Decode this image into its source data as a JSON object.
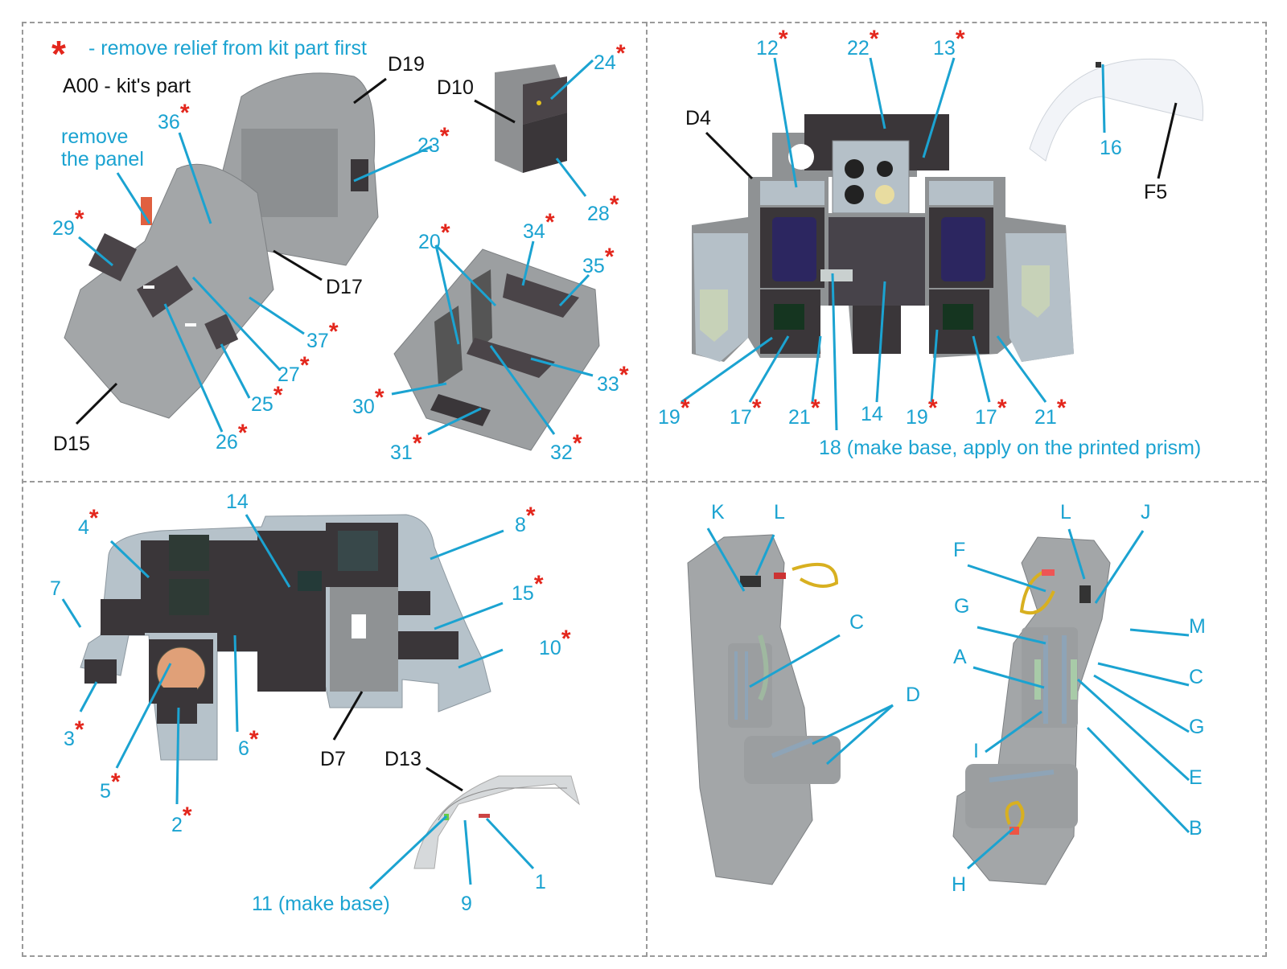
{
  "legend": {
    "star_meaning": "- remove relief from kit part first",
    "kit_part_note": "A00 - kit's part"
  },
  "colors": {
    "label_blue": "#1ba3d1",
    "star_red": "#e3261c",
    "kit_black": "#111111",
    "resin_grey": "#9fa2a4",
    "panel_light": "#b8c4cc",
    "panel_dark": "#3a3639"
  },
  "quadrants": {
    "tub": {
      "note_remove_panel": [
        "remove",
        "the panel"
      ],
      "kit_labels": [
        "D19",
        "D17",
        "D15",
        "D10"
      ],
      "part_labels": [
        {
          "num": "36",
          "star": true
        },
        {
          "num": "23",
          "star": true
        },
        {
          "num": "29",
          "star": true
        },
        {
          "num": "37",
          "star": true
        },
        {
          "num": "27",
          "star": true
        },
        {
          "num": "25",
          "star": true
        },
        {
          "num": "26",
          "star": true
        },
        {
          "num": "24",
          "star": true
        },
        {
          "num": "28",
          "star": true
        },
        {
          "num": "20",
          "star": true
        },
        {
          "num": "34",
          "star": true
        },
        {
          "num": "35",
          "star": true
        },
        {
          "num": "33",
          "star": true
        },
        {
          "num": "30",
          "star": true
        },
        {
          "num": "31",
          "star": true
        },
        {
          "num": "32",
          "star": true
        }
      ]
    },
    "rear_panel": {
      "kit_labels": [
        "D4",
        "F5"
      ],
      "part_labels": [
        {
          "num": "12",
          "star": true
        },
        {
          "num": "22",
          "star": true
        },
        {
          "num": "13",
          "star": true
        },
        {
          "num": "16",
          "star": false
        },
        {
          "num": "19",
          "star": true
        },
        {
          "num": "17",
          "star": true
        },
        {
          "num": "21",
          "star": true
        },
        {
          "num": "14",
          "star": false
        },
        {
          "num": "19",
          "star": true
        },
        {
          "num": "17",
          "star": true
        },
        {
          "num": "21",
          "star": true
        }
      ],
      "note_18": "18 (make base, apply on the printed prism)"
    },
    "front_panel": {
      "kit_labels": [
        "D7",
        "D13"
      ],
      "part_labels": [
        {
          "num": "14",
          "star": false
        },
        {
          "num": "4",
          "star": true
        },
        {
          "num": "8",
          "star": true
        },
        {
          "num": "7",
          "star": false
        },
        {
          "num": "15",
          "star": true
        },
        {
          "num": "10",
          "star": true
        },
        {
          "num": "3",
          "star": true
        },
        {
          "num": "6",
          "star": true
        },
        {
          "num": "5",
          "star": true
        },
        {
          "num": "2",
          "star": true
        },
        {
          "num": "1",
          "star": false
        },
        {
          "num": "9",
          "star": false
        }
      ],
      "note_11": "11 (make base)"
    },
    "seats": {
      "left_seat_labels": [
        "K",
        "L",
        "C",
        "D"
      ],
      "right_seat_labels": [
        "L",
        "J",
        "F",
        "G",
        "M",
        "A",
        "C",
        "G",
        "I",
        "E",
        "B",
        "H"
      ]
    }
  }
}
